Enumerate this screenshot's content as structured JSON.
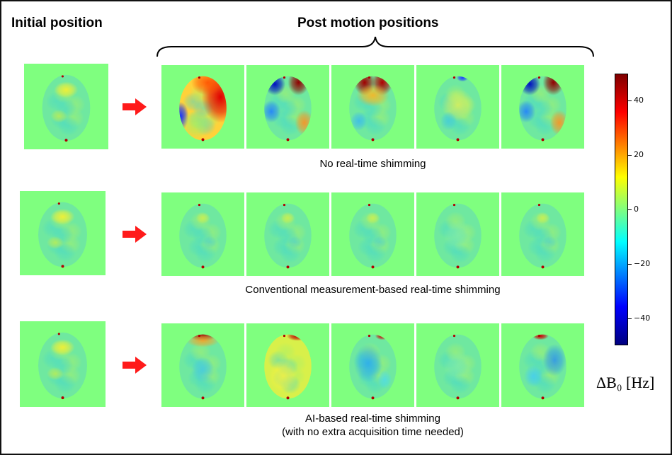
{
  "headers": {
    "initial": "Initial position",
    "post": "Post motion positions"
  },
  "rows": [
    {
      "caption_lines": [
        "No real-time shimming"
      ],
      "initial": {
        "pattern": "initial"
      },
      "tiles": [
        {
          "pattern": "large_lr"
        },
        {
          "pattern": "dipole_front"
        },
        {
          "pattern": "red_front"
        },
        {
          "pattern": "mild"
        },
        {
          "pattern": "dipole_front"
        }
      ]
    },
    {
      "caption_lines": [
        "Conventional measurement-based real-time shimming"
      ],
      "initial": {
        "pattern": "initial"
      },
      "tiles": [
        {
          "pattern": "flat"
        },
        {
          "pattern": "flat"
        },
        {
          "pattern": "flat"
        },
        {
          "pattern": "flat_faint"
        },
        {
          "pattern": "flat"
        }
      ]
    },
    {
      "caption_lines": [
        "AI-based real-time shimming",
        "(with no extra acquisition time needed)"
      ],
      "initial": {
        "pattern": "initial"
      },
      "tiles": [
        {
          "pattern": "ai_red_top"
        },
        {
          "pattern": "ai_yellow"
        },
        {
          "pattern": "ai_blue"
        },
        {
          "pattern": "flat_faint"
        },
        {
          "pattern": "ai_blue_right"
        }
      ]
    }
  ],
  "colorbar": {
    "label": "ΔB₀ [Hz]",
    "min": -50,
    "max": 50,
    "ticks": [
      40,
      20,
      0,
      -20,
      -40
    ],
    "tick_labels": [
      "40",
      "20",
      "0",
      "−20",
      "−40"
    ],
    "colormap": "jet",
    "background_color": "#7fff7f"
  },
  "colors": {
    "arrow": "#ff1a1a",
    "background": "#7fff7f"
  }
}
